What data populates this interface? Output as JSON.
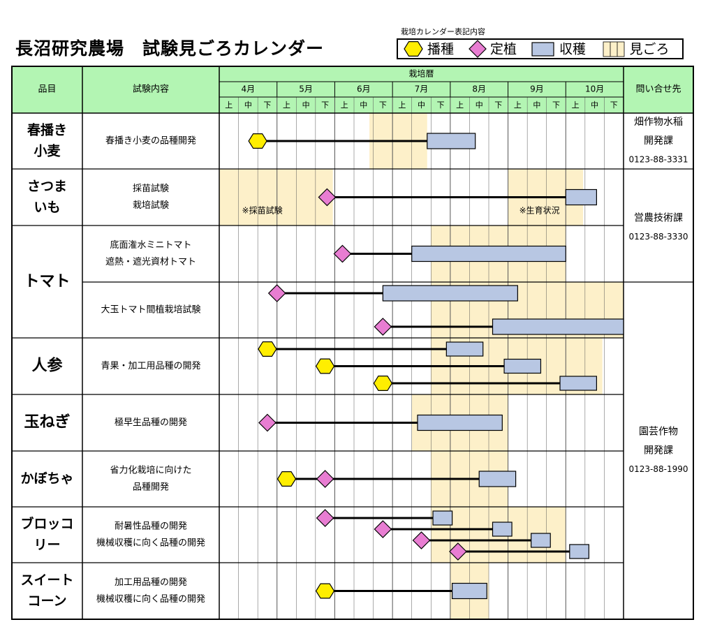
{
  "header": {
    "title": "長沼研究農場　試験見ごろカレンダー",
    "legend_caption": "栽培カレンダー表記内容",
    "legend": [
      {
        "label": "播種",
        "marker": "hexagon"
      },
      {
        "label": "定植",
        "marker": "diamond"
      },
      {
        "label": "収穫",
        "marker": "bar"
      },
      {
        "label": "見ごろ",
        "marker": "highlight"
      }
    ]
  },
  "colors": {
    "header_bg": "#b3f5b3",
    "highlight": "#fdf0c9",
    "harvest_fill": "#b8c7e3",
    "sowing_fill": "#ffee00",
    "planting_fill": "#e87dd2",
    "grid": "#000000"
  },
  "table": {
    "col_item": "品目",
    "col_content": "試験内容",
    "col_history": "栽培暦",
    "col_contact": "問い合せ先",
    "months": [
      "4月",
      "5月",
      "6月",
      "7月",
      "8月",
      "9月",
      "10月"
    ],
    "decades": [
      "上",
      "中",
      "下"
    ]
  },
  "chart_data": {
    "type": "gantt",
    "x_unit": "旬 (10-day period), 0 = 4月上旬 start, 21 = 10月下旬 end",
    "x_range": [
      0,
      21
    ],
    "rows": [
      {
        "item": "春播き\n小麦",
        "content": [
          "春播き小麦の品種開発"
        ],
        "highlight": [
          [
            7.8,
            10.8
          ]
        ],
        "tracks": [
          {
            "sow": 2,
            "plant": null,
            "harvest": [
              10.8,
              13.3
            ]
          }
        ],
        "notes": []
      },
      {
        "item": "さつま\nいも",
        "content": [
          "採苗試験",
          "栽培試験"
        ],
        "highlight": [
          [
            0,
            5.9
          ],
          [
            15,
            18.9
          ]
        ],
        "tracks": [
          {
            "sow": null,
            "plant": 5.6,
            "harvest": [
              18,
              19.6
            ]
          }
        ],
        "notes": [
          {
            "text": "※採苗試験",
            "x": 1
          },
          {
            "text": "※生育状況",
            "x": 15.4
          }
        ]
      },
      {
        "item": "トマト",
        "content": [
          "底面潅水ミニトマト",
          "遮熱・遮光資材トマト"
        ],
        "highlight": [
          [
            11,
            18
          ]
        ],
        "tracks": [
          {
            "sow": null,
            "plant": 6.4,
            "harvest": [
              10,
              18
            ]
          }
        ],
        "notes": []
      },
      {
        "item": "",
        "content": [
          "大玉トマト間植栽培試験"
        ],
        "highlight": [
          [
            11,
            21
          ]
        ],
        "tracks": [
          {
            "sow": null,
            "plant": 3,
            "harvest": [
              8.5,
              15.5
            ]
          },
          {
            "sow": null,
            "plant": 8.5,
            "harvest": [
              14.2,
              21
            ]
          }
        ],
        "notes": []
      },
      {
        "item": "人参",
        "content": [
          "青果・加工用品種の開発"
        ],
        "highlight": [
          [
            11,
            19.9
          ]
        ],
        "tracks": [
          {
            "sow": 2.5,
            "plant": null,
            "harvest": [
              11.8,
              13.7
            ]
          },
          {
            "sow": 5.5,
            "plant": null,
            "harvest": [
              14.8,
              16.7
            ]
          },
          {
            "sow": 8.5,
            "plant": null,
            "harvest": [
              17.7,
              19.6
            ]
          }
        ],
        "notes": []
      },
      {
        "item": "玉ねぎ",
        "content": [
          "極早生品種の開発"
        ],
        "highlight": [
          [
            10,
            15
          ]
        ],
        "tracks": [
          {
            "sow": null,
            "plant": 2.5,
            "harvest": [
              10.3,
              14.7
            ]
          }
        ],
        "notes": []
      },
      {
        "item": "かぼちゃ",
        "content": [
          "省力化栽培に向けた",
          "品種開発"
        ],
        "highlight": [
          [
            11,
            15
          ]
        ],
        "tracks": [
          {
            "sow": 3.5,
            "plant": 5.5,
            "harvest": [
              13.5,
              15.4
            ]
          }
        ],
        "notes": []
      },
      {
        "item": "ブロッコ\nリー",
        "content": [
          "耐暑性品種の開発",
          "機械収穫に向く品種の開発"
        ],
        "highlight": [
          [
            11,
            18
          ]
        ],
        "tracks": [
          {
            "sow": null,
            "plant": 5.5,
            "harvest": [
              11.1,
              12.1
            ]
          },
          {
            "sow": null,
            "plant": 8.5,
            "harvest": [
              14.2,
              15.2
            ]
          },
          {
            "sow": null,
            "plant": 10.5,
            "harvest": [
              16.2,
              17.2
            ]
          },
          {
            "sow": null,
            "plant": 12.4,
            "harvest": [
              18.2,
              19.2
            ]
          }
        ],
        "notes": []
      },
      {
        "item": "スイート\nコーン",
        "content": [
          "加工用品種の開発",
          "機械収穫に向く品種の開発"
        ],
        "highlight": [
          [
            12,
            14
          ]
        ],
        "tracks": [
          {
            "sow": 5.5,
            "plant": null,
            "harvest": [
              12.1,
              13.9
            ]
          }
        ],
        "notes": []
      }
    ],
    "contacts": [
      {
        "lines": [
          "畑作物水稲",
          "開発課"
        ],
        "phone": "0123-88-3331"
      },
      {
        "lines": [
          "営農技術課"
        ],
        "phone": "0123-88-3330"
      },
      {
        "lines": [
          "園芸作物",
          "開発課"
        ],
        "phone": "0123-88-1990"
      }
    ]
  }
}
